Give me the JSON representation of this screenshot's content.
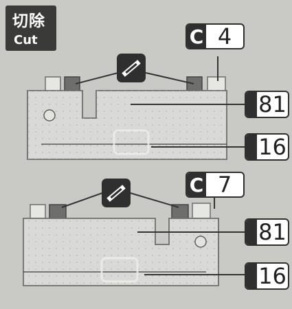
{
  "header": {
    "title_cn": "切除",
    "title_en": "Cut"
  },
  "steps": [
    {
      "part_letter": "C",
      "part_number": "4",
      "callouts": [
        "81",
        "16"
      ]
    },
    {
      "part_letter": "C",
      "part_number": "7",
      "callouts": [
        "81",
        "16"
      ]
    }
  ],
  "icons": {
    "cut_tool": "hobby-knife-icon"
  },
  "colors": {
    "dark": "#2f2f2f",
    "part_fill": "#d9dad7",
    "background": "#c9cac6"
  }
}
